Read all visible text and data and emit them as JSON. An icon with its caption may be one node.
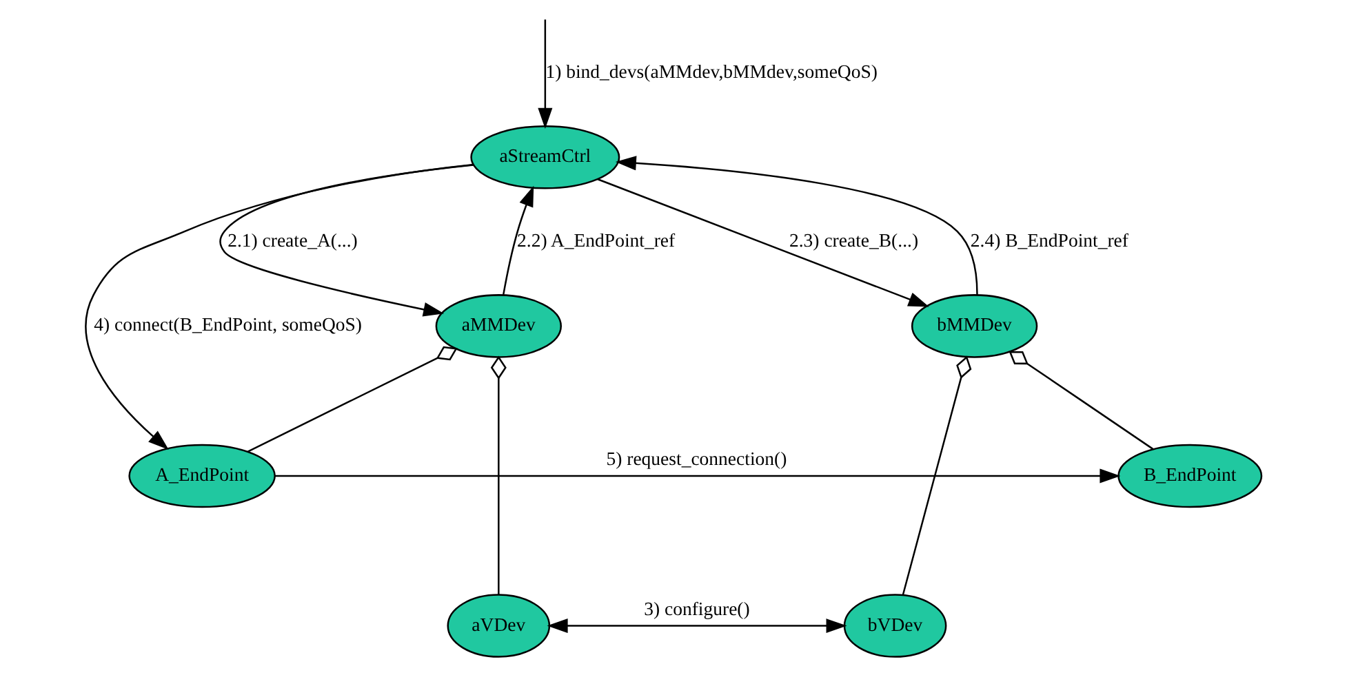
{
  "diagram": {
    "nodes": [
      {
        "text": [
          "aStreamCtrl"
        ]
      },
      {
        "text": [
          "aMMDev"
        ]
      },
      {
        "text": [
          "bMMDev"
        ]
      },
      {
        "text": [
          "A_EndPoint"
        ]
      },
      {
        "text": [
          "B_EndPoint"
        ]
      },
      {
        "text": [
          "aVDev"
        ]
      },
      {
        "text": [
          "bVDev"
        ]
      }
    ],
    "edges": [
      {
        "from": null,
        "to": 0,
        "arrow": "to",
        "label": "1) bind_devs(aMMdev,bMMdev,someQoS)"
      },
      {
        "from": 0,
        "to": 1,
        "arrow": "to",
        "label": "2.1) create_A(...)"
      },
      {
        "from": 1,
        "to": 0,
        "arrow": "to",
        "label": "2.2) A_EndPoint_ref"
      },
      {
        "from": 0,
        "to": 2,
        "arrow": "to",
        "label": "2.3) create_B(...)"
      },
      {
        "from": 2,
        "to": 0,
        "arrow": "to",
        "label": "2.4) B_EndPoint_ref"
      },
      {
        "from": 0,
        "to": 3,
        "arrow": "to",
        "label": "4) connect(B_EndPoint, someQoS)"
      },
      {
        "from": 3,
        "to": 4,
        "arrow": "to",
        "label": "5) request_connection()"
      },
      {
        "from": 5,
        "to": 6,
        "arrow": "both",
        "label": "3) configure()"
      },
      {
        "from": 1,
        "to": 3,
        "arrow": "other"
      },
      {
        "from": 1,
        "to": 5,
        "arrow": "other"
      },
      {
        "from": 2,
        "to": 4,
        "arrow": "other"
      },
      {
        "from": 2,
        "to": 6,
        "arrow": "other"
      }
    ]
  }
}
